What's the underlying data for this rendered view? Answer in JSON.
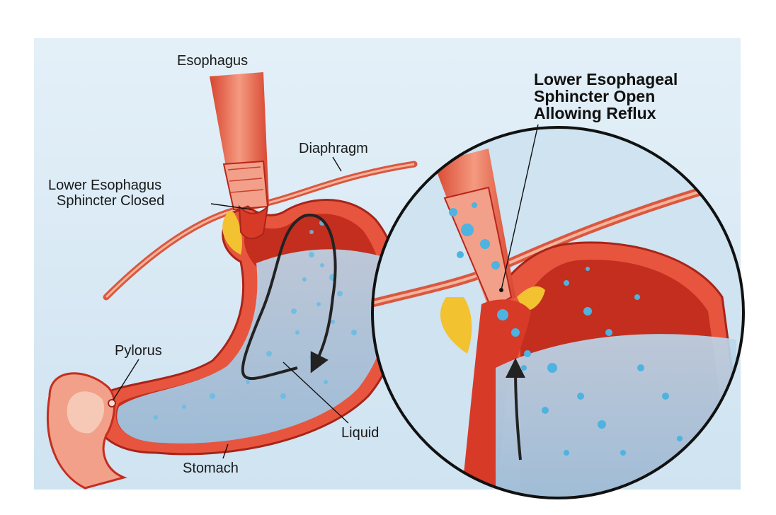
{
  "labels": {
    "esophagus": "Esophagus",
    "diaphragm": "Diaphragm",
    "les_closed_line1": "Lower Esophagus",
    "les_closed_line2": "Sphincter Closed",
    "pylorus": "Pylorus",
    "liquid": "Liquid",
    "stomach": "Stomach",
    "les_open_line1": "Lower Esophageal",
    "les_open_line2": "Sphincter Open",
    "les_open_line3": "Allowing Reflux"
  },
  "colors": {
    "background_panel": "#dcebf5",
    "tissue_red": "#e8553e",
    "tissue_dark_red": "#b8261a",
    "tissue_pink": "#f2a08a",
    "fat_yellow": "#f2c230",
    "liquid_blue": "#a9cce6",
    "bubble_blue": "#5ab8e0",
    "circle_border": "#111111"
  }
}
